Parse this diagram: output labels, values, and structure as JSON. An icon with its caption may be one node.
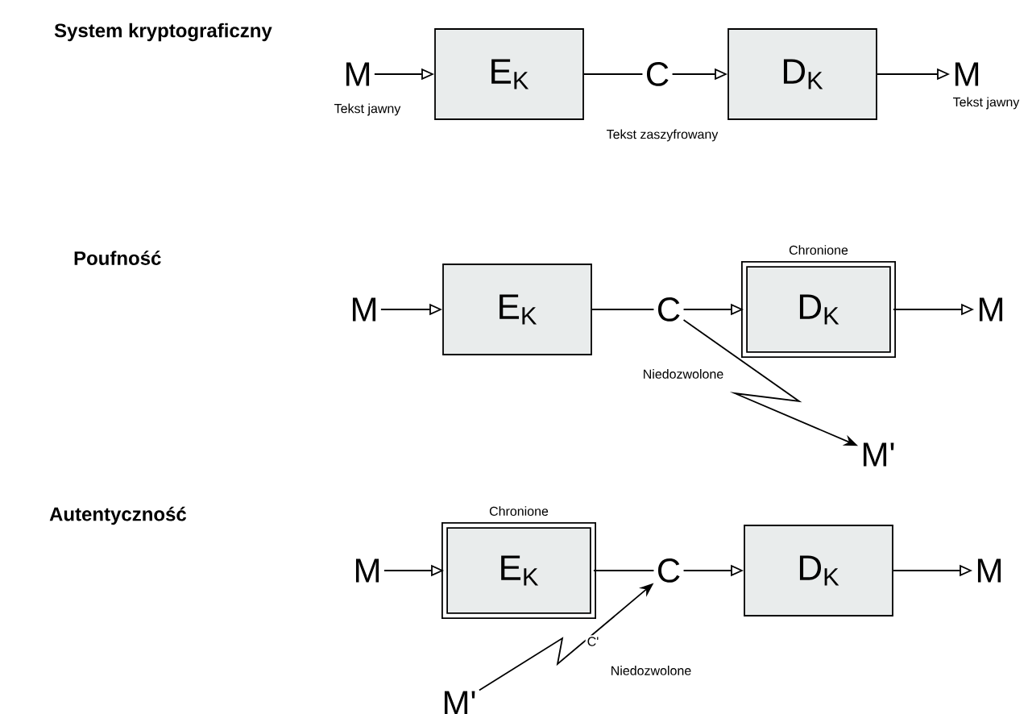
{
  "diagram": {
    "nodes": [
      {
        "text": [
          "M"
        ],
        "beside": [
          "Tekst jawny"
        ]
      },
      {
        "text": [
          "E$_{K}$"
        ]
      },
      {
        "text": [
          "C"
        ]
      },
      {
        "text": [
          "D$_{K}$"
        ]
      },
      {
        "text": [
          "M"
        ],
        "beside": [
          "Tekst jawny"
        ]
      },
      {
        "text": [
          "M"
        ]
      },
      {
        "text": [
          "E$_{K}$"
        ]
      },
      {
        "text": [
          "C"
        ]
      },
      {
        "text": [
          "Chronione",
          "D$_{K}$"
        ]
      },
      {
        "text": [
          "M"
        ]
      },
      {
        "text": [
          "M'"
        ]
      },
      {
        "text": [
          "M"
        ]
      },
      {
        "text": [
          "Chronione",
          "E$_{K}$"
        ]
      },
      {
        "text": [
          "C"
        ]
      },
      {
        "text": [
          "D$_{K}$"
        ]
      },
      {
        "text": [
          "M"
        ]
      },
      {
        "text": [
          "M'"
        ]
      }
    ],
    "edges": [
      {
        "from": 0,
        "to": 1,
        "arrow": "to"
      },
      {
        "from": 1,
        "to": 2,
        "arrow": "none"
      },
      {
        "from": 2,
        "to": 3,
        "arrow": "to"
      },
      {
        "from": 3,
        "to": 4,
        "arrow": "to"
      },
      {
        "from": 5,
        "to": 6,
        "arrow": "to"
      },
      {
        "from": 6,
        "to": 7,
        "arrow": "none"
      },
      {
        "from": 7,
        "to": 8,
        "arrow": "to"
      },
      {
        "from": 8,
        "to": 9,
        "arrow": "to"
      },
      {
        "from": 7,
        "to": 10,
        "arrow": "to",
        "label": "Niedozwolone"
      },
      {
        "from": 11,
        "to": 12,
        "arrow": "to"
      },
      {
        "from": 12,
        "to": 13,
        "arrow": "none"
      },
      {
        "from": 13,
        "to": 14,
        "arrow": "to"
      },
      {
        "from": 14,
        "to": 15,
        "arrow": "to"
      },
      {
        "from": 16,
        "to": 13,
        "arrow": "to",
        "label": "C'"
      }
    ],
    "labels": [
      "System kryptograficzny",
      "Tekst zaszyfrowany",
      "Poufność",
      "Autentyczność",
      "Niedozwolone"
    ]
  }
}
